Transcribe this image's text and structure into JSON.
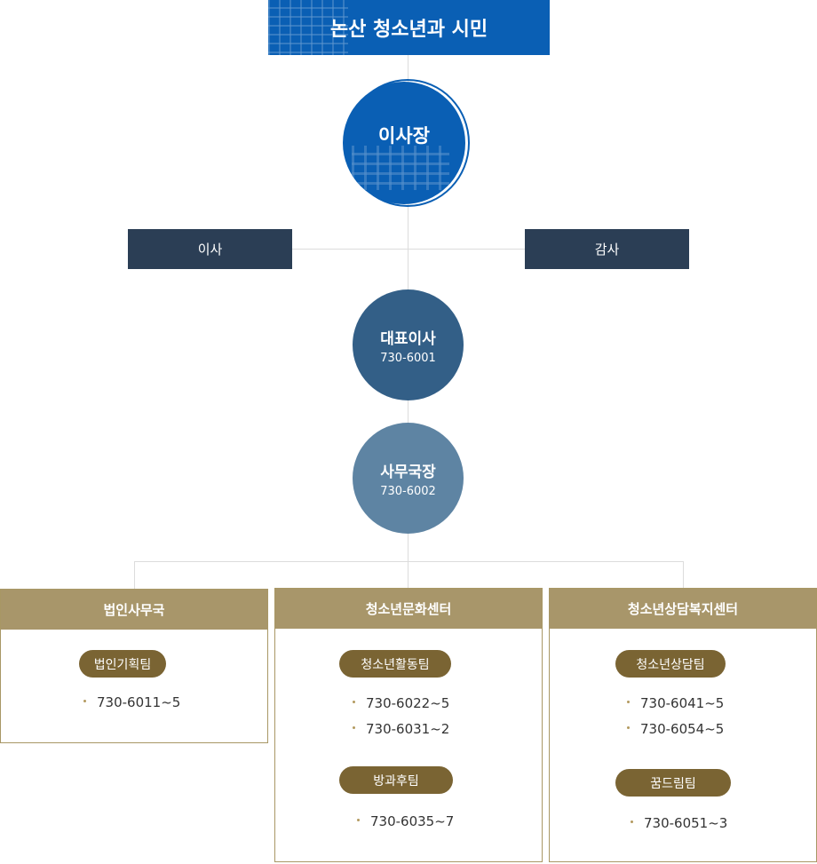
{
  "org_title": "논산 청소년과 시민",
  "chairman": "이사장",
  "director": "이사",
  "auditor": "감사",
  "ceo": {
    "name": "대표이사",
    "phone": "730-6001"
  },
  "secretary_general": {
    "name": "사무국장",
    "phone": "730-6002"
  },
  "departments": [
    {
      "name": "법인사무국",
      "teams": [
        {
          "name": "법인기획팀",
          "phones": [
            "730-6011~5"
          ]
        }
      ]
    },
    {
      "name": "청소년문화센터",
      "teams": [
        {
          "name": "청소년활동팀",
          "phones": [
            "730-6022~5",
            "730-6031~2"
          ]
        },
        {
          "name": "방과후팀",
          "phones": [
            "730-6035~7"
          ]
        }
      ]
    },
    {
      "name": "청소년상담복지센터",
      "teams": [
        {
          "name": "청소년상담팀",
          "phones": [
            "730-6041~5",
            "730-6054~5"
          ]
        },
        {
          "name": "꿈드림팀",
          "phones": [
            "730-6051~3"
          ]
        }
      ]
    }
  ],
  "colors": {
    "primary_blue": "#0a5fb4",
    "navy": "#2b3e55",
    "ceo_circle": "#335f87",
    "secretary_circle": "#5e84a3",
    "dept_header": "#a8966a",
    "team_pill": "#7a6433"
  }
}
